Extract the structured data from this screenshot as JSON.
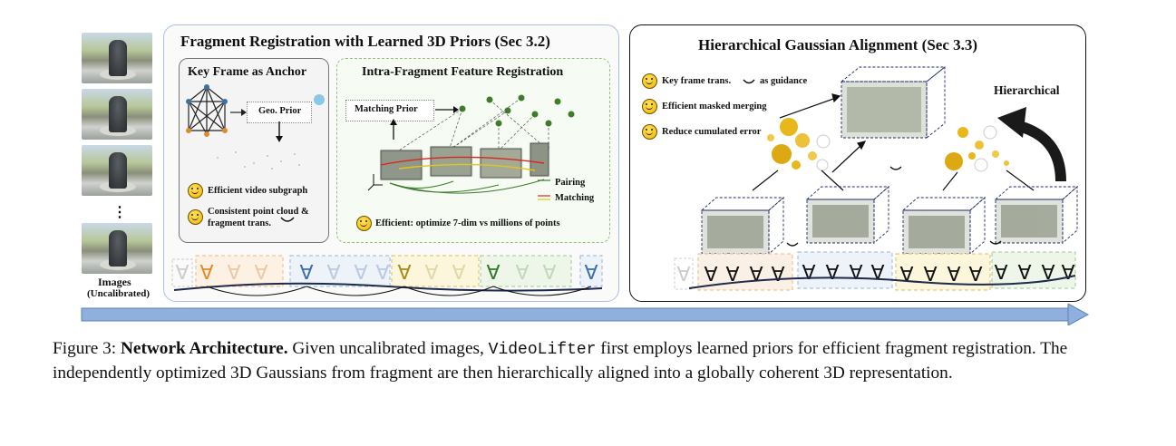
{
  "images_column": {
    "label": "Images",
    "sublabel": "(Uncalibrated)",
    "ellipsis": "⋮"
  },
  "left_panel": {
    "title": "Fragment Registration with Learned 3D Priors (Sec 3.2)",
    "key_frame": {
      "title": "Key Frame as Anchor",
      "geo_prior": "Geo. Prior",
      "benefit_1": "Efficient video subgraph",
      "benefit_2_line1": "Consistent point cloud &",
      "benefit_2_line2": "fragment trans."
    },
    "intra_fragment": {
      "title": "Intra-Fragment Feature Registration",
      "matching_prior": "Matching Prior",
      "legend_pairing": "Pairing",
      "legend_matching": "Matching",
      "benefit": "Efficient: optimize 7-dim vs millions of points"
    }
  },
  "right_panel": {
    "title": "Hierarchical Gaussian Alignment (Sec 3.3)",
    "bullet_1": "Key frame trans.",
    "bullet_1_suffix": "as guidance",
    "bullet_2": "Efficient masked merging",
    "bullet_3": "Reduce cumulated error",
    "hierarchical_label": "Hierarchical"
  },
  "caption": {
    "prefix": "Figure 3: ",
    "bold": "Network Architecture.",
    "text_1": " Given uncalibrated images, ",
    "mono": "VideoLifter",
    "text_2": " first employs learned priors for efficient fragment registration. The independently optimized 3D Gaussians from fragment are then hierarchically aligned into a globally coherent 3D representation."
  },
  "colors": {
    "left_panel_border": "#a9c0e2",
    "green_accent": "#4f8a2e",
    "timeline_arrow": "#8fb0dc",
    "camera_orange": "#e08a2a",
    "camera_blue": "#3d6fa8",
    "camera_olive": "#a88a1a",
    "camera_green": "#2f7a2a"
  }
}
